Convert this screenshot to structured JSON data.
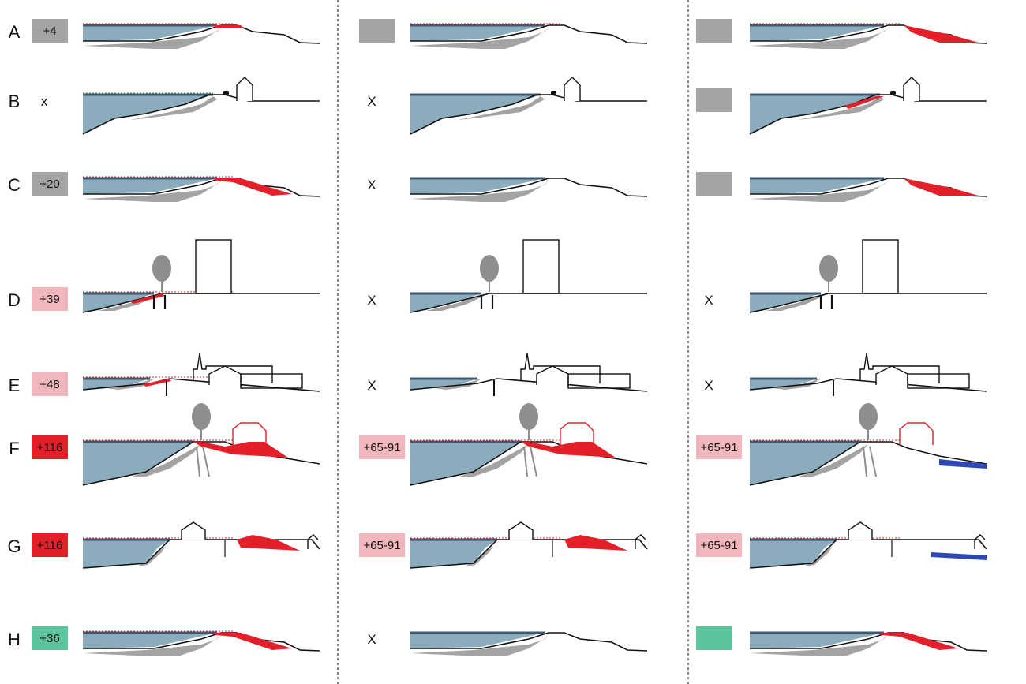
{
  "colors": {
    "water": "#8aacbd",
    "water_top": "#3f5a6e",
    "gray": "#a3a3a3",
    "red": "#e3202a",
    "pink": "#f0b8bc",
    "green": "#5cc49a",
    "blue": "#2d48b4",
    "tree": "#8e8e8e"
  },
  "rows": [
    {
      "id": "A",
      "label": "A",
      "terrain": "dike",
      "cols": [
        {
          "badge": "+4",
          "color": "gray",
          "intervention": "crest",
          "redline": true
        },
        {
          "badge": "",
          "color": "gray",
          "intervention": "none",
          "redline": true
        },
        {
          "badge": "",
          "color": "gray",
          "intervention": "inner-slope",
          "redline": true
        }
      ]
    },
    {
      "id": "B",
      "label": "B",
      "terrain": "house",
      "cols": [
        {
          "badge": "x",
          "color": "",
          "intervention": "none",
          "redline": false,
          "greenline": true
        },
        {
          "badge": "X",
          "color": "",
          "intervention": "none",
          "redline": false
        },
        {
          "badge": "",
          "color": "gray",
          "intervention": "outer-slope",
          "redline": false
        }
      ]
    },
    {
      "id": "C",
      "label": "C",
      "terrain": "dike",
      "cols": [
        {
          "badge": "+20",
          "color": "gray",
          "intervention": "crest-slope",
          "redline": true
        },
        {
          "badge": "X",
          "color": "",
          "intervention": "none",
          "redline": false
        },
        {
          "badge": "",
          "color": "gray",
          "intervention": "inner-slope",
          "redline": false
        }
      ]
    },
    {
      "id": "D",
      "label": "D",
      "terrain": "tree-tower",
      "cols": [
        {
          "badge": "+39",
          "color": "pink",
          "intervention": "outer-slope",
          "redline": true
        },
        {
          "badge": "X",
          "color": "",
          "intervention": "none",
          "redline": false
        },
        {
          "badge": "X",
          "color": "",
          "intervention": "none",
          "redline": false
        }
      ]
    },
    {
      "id": "E",
      "label": "E",
      "terrain": "church",
      "cols": [
        {
          "badge": "+48",
          "color": "pink",
          "intervention": "outer-slope",
          "redline": true
        },
        {
          "badge": "X",
          "color": "",
          "intervention": "none",
          "redline": false
        },
        {
          "badge": "X",
          "color": "",
          "intervention": "none",
          "redline": false
        }
      ]
    },
    {
      "id": "F",
      "label": "F",
      "terrain": "tree-house",
      "cols": [
        {
          "badge": "+116",
          "color": "red",
          "intervention": "widening",
          "redline": true
        },
        {
          "badge": "+65-91",
          "color": "pink",
          "intervention": "widening",
          "redline": true
        },
        {
          "badge": "+65-91",
          "color": "pink",
          "intervention": "canal",
          "redline": true
        }
      ]
    },
    {
      "id": "G",
      "label": "G",
      "terrain": "town",
      "cols": [
        {
          "badge": "+116",
          "color": "red",
          "intervention": "widening",
          "redline": true
        },
        {
          "badge": "+65-91",
          "color": "pink",
          "intervention": "widening",
          "redline": true
        },
        {
          "badge": "+65-91",
          "color": "pink",
          "intervention": "canal",
          "redline": true
        }
      ]
    },
    {
      "id": "H",
      "label": "H",
      "terrain": "dike",
      "cols": [
        {
          "badge": "+36",
          "color": "green",
          "intervention": "crest-slope",
          "redline": true
        },
        {
          "badge": "X",
          "color": "",
          "intervention": "none",
          "redline": false
        },
        {
          "badge": "",
          "color": "green",
          "intervention": "crest-slope",
          "redline": false
        }
      ]
    }
  ]
}
